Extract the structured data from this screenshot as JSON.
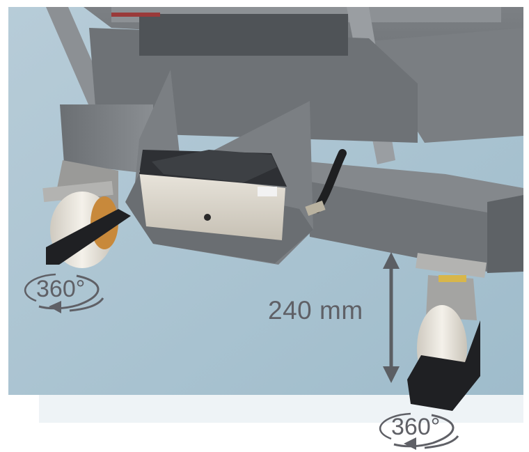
{
  "image": {
    "description_hidden": false
  },
  "labels": {
    "height": "240 mm",
    "rotation_left": "360°",
    "rotation_right": "360°"
  },
  "colors": {
    "background": "#a7c1cf",
    "frame": "#6f7377",
    "text": "#5f6066",
    "arrow": "#5b5e63"
  },
  "icons": {
    "height_arrow": "double-vertical-arrow-icon",
    "rotation": "rotation-arrow-icon"
  }
}
